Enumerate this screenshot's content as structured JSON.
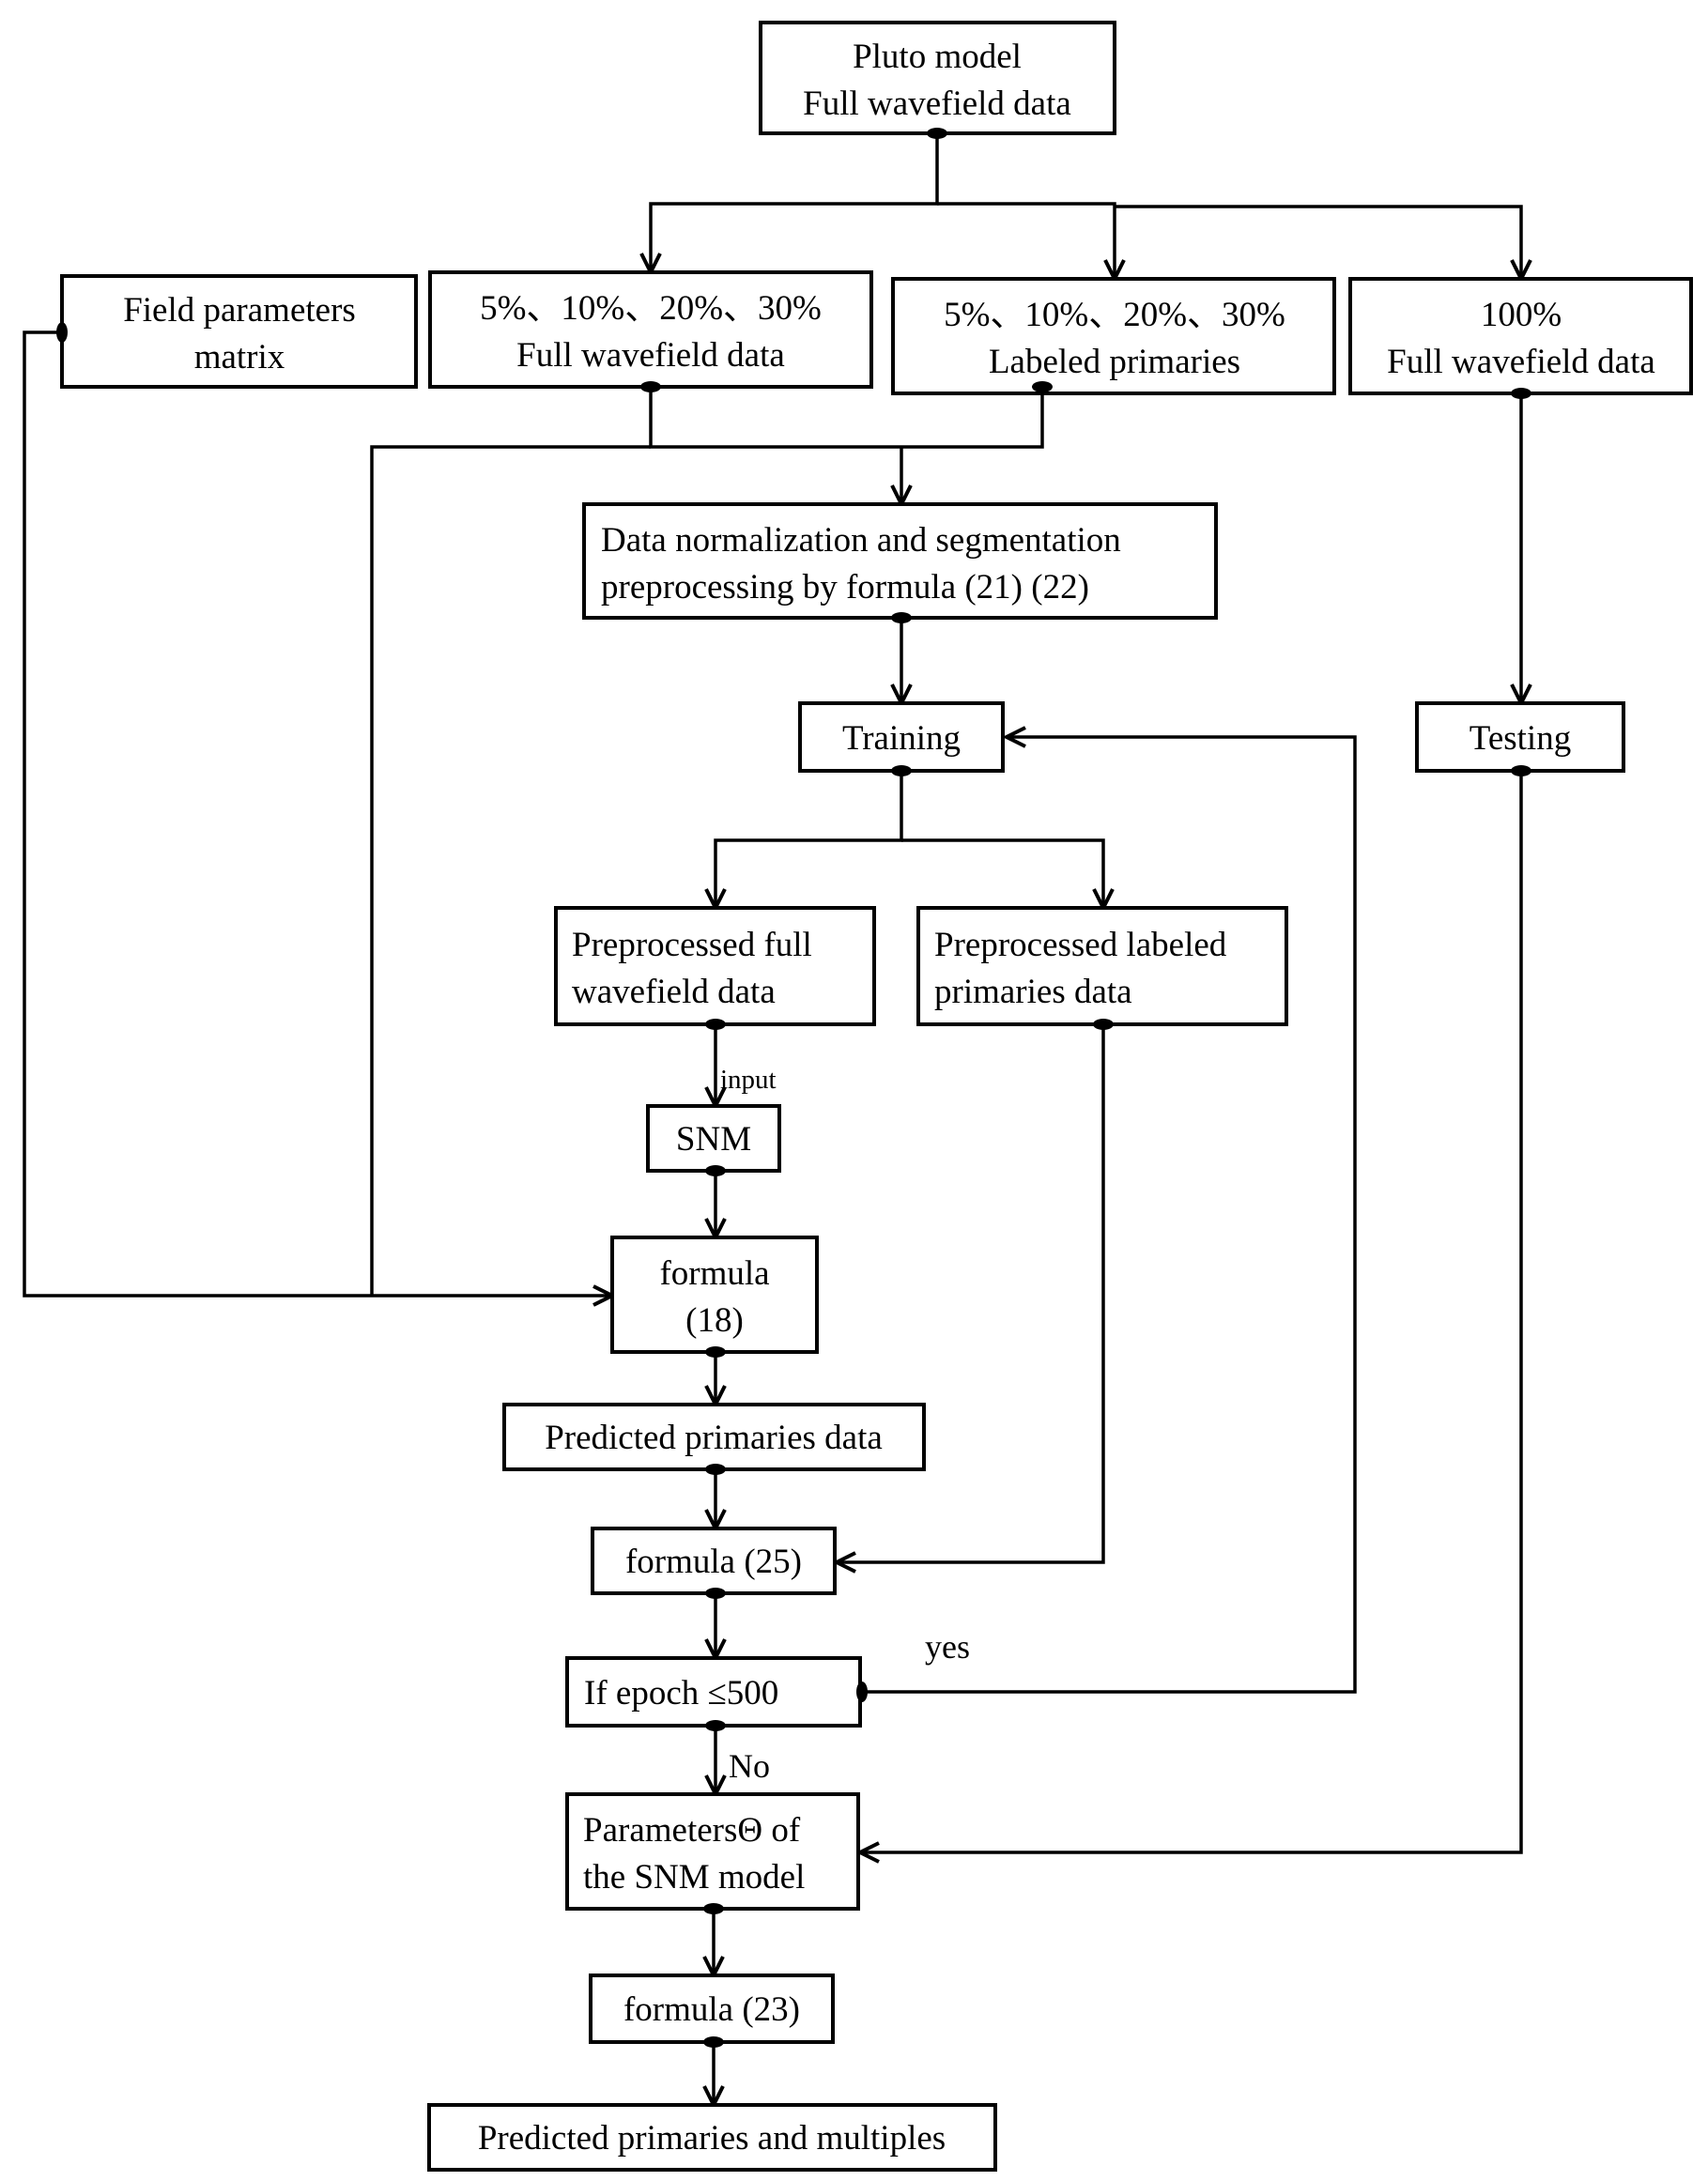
{
  "nodes": {
    "pluto": {
      "lines": [
        "Pluto model",
        "Full wavefield data"
      ]
    },
    "field_params": {
      "lines": [
        "Field parameters",
        "matrix"
      ]
    },
    "partial_full": {
      "lines": [
        "5%、10%、20%、30%",
        "Full wavefield data"
      ]
    },
    "partial_labeled": {
      "lines": [
        "5%、10%、20%、30%",
        "Labeled primaries"
      ]
    },
    "full_100": {
      "lines": [
        "100%",
        "Full wavefield data"
      ]
    },
    "normalization": {
      "lines": [
        "Data normalization and segmentation",
        "preprocessing by formula (21) (22)"
      ]
    },
    "training": {
      "lines": [
        "Training"
      ]
    },
    "testing": {
      "lines": [
        "Testing"
      ]
    },
    "pre_full": {
      "lines": [
        "Preprocessed full",
        "wavefield data"
      ]
    },
    "pre_labeled": {
      "lines": [
        "Preprocessed labeled",
        "primaries data"
      ]
    },
    "snm": {
      "lines": [
        "SNM"
      ]
    },
    "formula18": {
      "lines": [
        "formula",
        "(18)"
      ]
    },
    "predicted_primaries": {
      "lines": [
        "Predicted primaries data"
      ]
    },
    "formula25": {
      "lines": [
        "formula (25)"
      ]
    },
    "epoch_check": {
      "lines": [
        "If epoch ≤500"
      ]
    },
    "parameters": {
      "lines": [
        "ParametersΘ of",
        "the SNM model"
      ]
    },
    "formula23": {
      "lines": [
        "formula (23)"
      ]
    },
    "final_output": {
      "lines": [
        "Predicted primaries and multiples"
      ]
    }
  },
  "edge_labels": {
    "input": "input",
    "yes": "yes",
    "no": "No"
  }
}
